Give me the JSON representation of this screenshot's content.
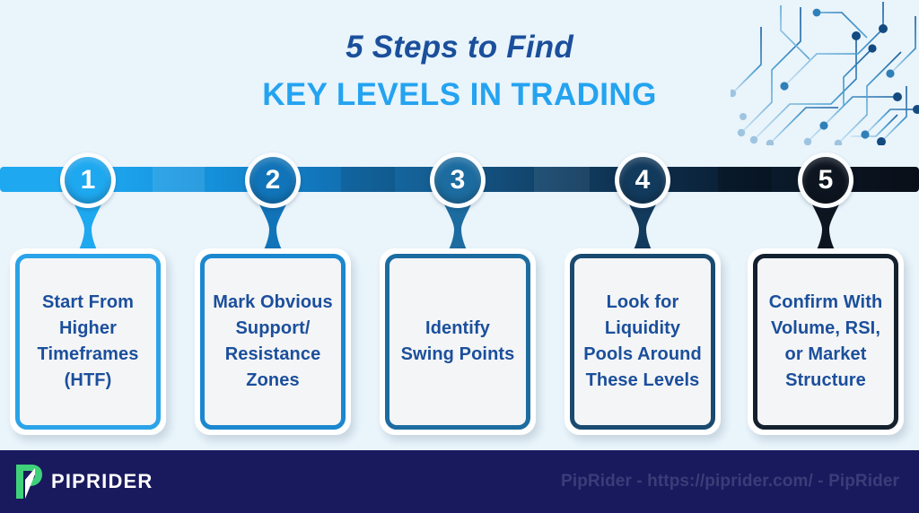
{
  "page": {
    "background_color": "#e9f4fb"
  },
  "header": {
    "title_line1": "5 Steps to Find",
    "title_line2": "KEY LEVELS IN TRADING",
    "title_line1_color": "#1b4f9c",
    "title_line2_color": "#24a3f0",
    "decoration": "circuit-board-pattern"
  },
  "timeline": {
    "gradient_from": "#1ea8f0",
    "gradient_to": "#090f18",
    "nodes": [
      {
        "number": "1",
        "color": "#1ea8f0"
      },
      {
        "number": "2",
        "color": "#1174b8"
      },
      {
        "number": "3",
        "color": "#1c6ca0"
      },
      {
        "number": "4",
        "color": "#123a5c"
      },
      {
        "number": "5",
        "color": "#0d1520"
      }
    ]
  },
  "steps": [
    {
      "number": "1",
      "text": "Start From Higher Timeframes (HTF)",
      "border_color": "#2ba3e8"
    },
    {
      "number": "2",
      "text": "Mark Obvious Support/ Resistance Zones",
      "border_color": "#1b87cf"
    },
    {
      "number": "3",
      "text": "Identify Swing Points",
      "border_color": "#1c6ca0"
    },
    {
      "number": "4",
      "text": "Look for Liquidity Pools Around These Levels",
      "border_color": "#1a4a70"
    },
    {
      "number": "5",
      "text": "Confirm With Volume, RSI, or Market Structure",
      "border_color": "#14202e"
    }
  ],
  "footer": {
    "background_color": "#191a5e",
    "brand": "PIPRIDER",
    "logo_icon": "piprider-p-mark",
    "logo_green": "#3fd17a",
    "url_text": "PipRider - https://piprider.com/ - PipRider"
  }
}
